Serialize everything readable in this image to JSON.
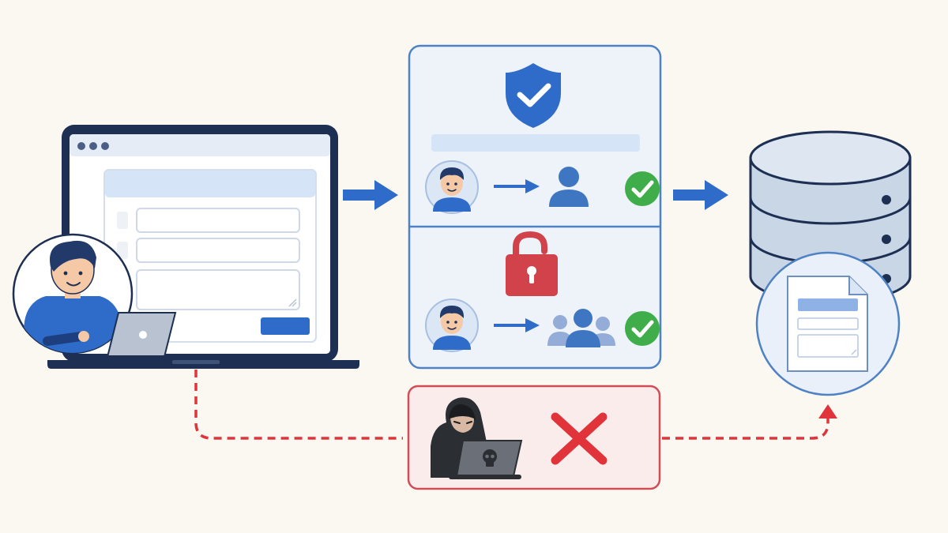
{
  "colors": {
    "background": "#fbf8f1",
    "outline_dark": "#1d2f52",
    "primary_blue": "#2f6cc9",
    "panel_border": "#4f82c4",
    "panel_fill": "#eef3fa",
    "light_blue": "#d6e4f7",
    "success_green": "#3fae4a",
    "danger_red": "#e0343a",
    "lock_red": "#d1424b",
    "alert_panel_fill": "#fbecec",
    "alert_panel_border": "#d24c56",
    "database_fill": "#c9d6e6"
  },
  "nodes": [
    {
      "id": "user-laptop",
      "icon": "laptop-with-login-form-icon"
    },
    {
      "id": "user-avatar",
      "icon": "user-at-laptop-icon"
    },
    {
      "id": "access-check-panel",
      "icon": "authorization-panel"
    },
    {
      "id": "verified-shield",
      "icon": "shield-check-icon"
    },
    {
      "id": "single-user-access",
      "icon": "user-to-single-user-icon"
    },
    {
      "id": "unlocked-padlock",
      "icon": "unlocked-padlock-icon"
    },
    {
      "id": "group-access",
      "icon": "user-to-group-icon"
    },
    {
      "id": "attacker-panel",
      "icon": "hooded-hacker-with-skull-laptop-icon"
    },
    {
      "id": "blocked-mark",
      "icon": "red-x-icon"
    },
    {
      "id": "database",
      "icon": "database-cylinder-icon"
    },
    {
      "id": "record-document",
      "icon": "document-form-icon"
    }
  ],
  "edges": [
    {
      "from": "user-laptop",
      "to": "access-check-panel",
      "style": "solid-arrow"
    },
    {
      "from": "access-check-panel",
      "to": "database",
      "style": "solid-arrow"
    },
    {
      "from": "user-laptop",
      "to": "attacker-panel",
      "style": "dashed-red"
    },
    {
      "from": "attacker-panel",
      "to": "database",
      "style": "dashed-red-arrow"
    }
  ]
}
